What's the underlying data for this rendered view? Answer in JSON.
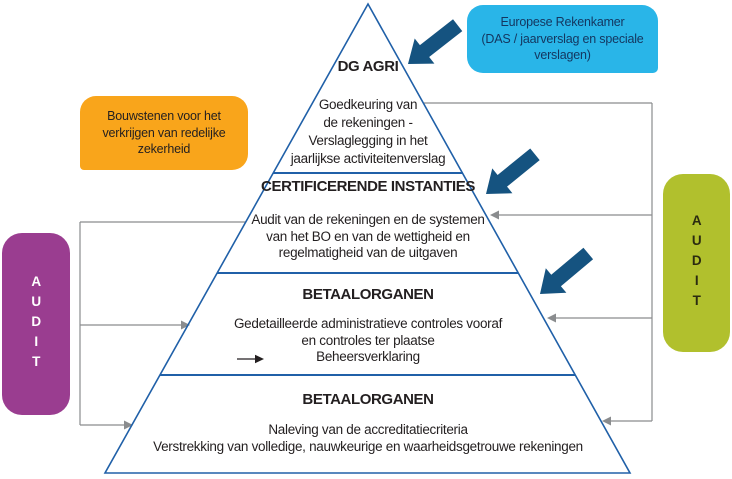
{
  "pyramid": {
    "levels": [
      {
        "header": "DG AGRI",
        "body": "Goedkeuring van\nde rekeningen -\nVerslaglegging in het\njaarlijkse activiteitenverslag"
      },
      {
        "header": "CERTIFICERENDE INSTANTIES",
        "body": "Audit van de rekeningen en de systemen\nvan het BO en van de wettigheid en\nregelmatigheid van de uitgaven"
      },
      {
        "header": "BETAALORGANEN",
        "body": "Gedetailleerde administratieve controles vooraf\nen controles ter plaatse\nBeheersverklaring"
      },
      {
        "header": "BETAALORGANEN",
        "body": "Naleving van de accreditatiecriteria\nVerstrekking van volledige, nauwkeurige en waarheidsgetrouwe rekeningen"
      }
    ]
  },
  "callouts": {
    "top_right": {
      "text": "Europese Rekenkamer\n(DAS / jaarverslag en speciale\nverslagen)",
      "color": "#29b5e8"
    },
    "left": {
      "text": "Bouwstenen voor het\nverkrijgen van redelijke\nzekerheid",
      "color": "#f9a51b"
    },
    "audit_left": {
      "text": "AUDIT",
      "color": "#9a3d90"
    },
    "audit_right": {
      "text": "AUDIT",
      "color": "#b1c02d"
    }
  },
  "icons": {
    "big_diagonal_arrows": "navy-diagonal-down-left-arrow",
    "connector_arrows": "thin-gray-inward-arrow",
    "beheersverklaring_arrow": "thin-black-right-arrow"
  },
  "colors": {
    "pyramid_outline": "#2060a8",
    "big_arrow": "#155380",
    "connector_gray": "#8a8c8e",
    "text_dark": "#231f20",
    "cyan_box": "#29b5e8",
    "orange_box": "#f9a51b",
    "purple_box": "#9a3d90",
    "green_box": "#b1c02d"
  }
}
